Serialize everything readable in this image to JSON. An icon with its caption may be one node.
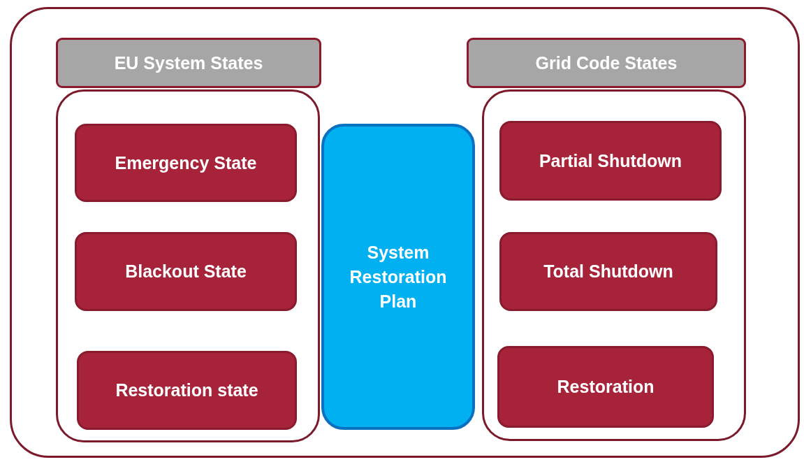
{
  "diagram": {
    "nodes": [
      {
        "text": [],
        "shape": "box"
      },
      {
        "text": [
          "EU System States"
        ],
        "in": 0
      },
      {
        "text": [],
        "shape": "box",
        "in": 0
      },
      {
        "text": [
          "Emergency State"
        ],
        "in": 2
      },
      {
        "text": [
          "Blackout State"
        ],
        "in": 2
      },
      {
        "text": [
          "Restoration state"
        ],
        "in": 2
      },
      {
        "text": [
          "System Restoration Plan"
        ],
        "in": 0
      },
      {
        "text": [
          "Grid Code States"
        ],
        "in": 0
      },
      {
        "text": [],
        "shape": "box",
        "in": 0
      },
      {
        "text": [
          "Partial Shutdown"
        ],
        "in": 8
      },
      {
        "text": [
          "Total Shutdown"
        ],
        "in": 8
      },
      {
        "text": [
          "Restoration"
        ],
        "in": 8
      }
    ]
  }
}
